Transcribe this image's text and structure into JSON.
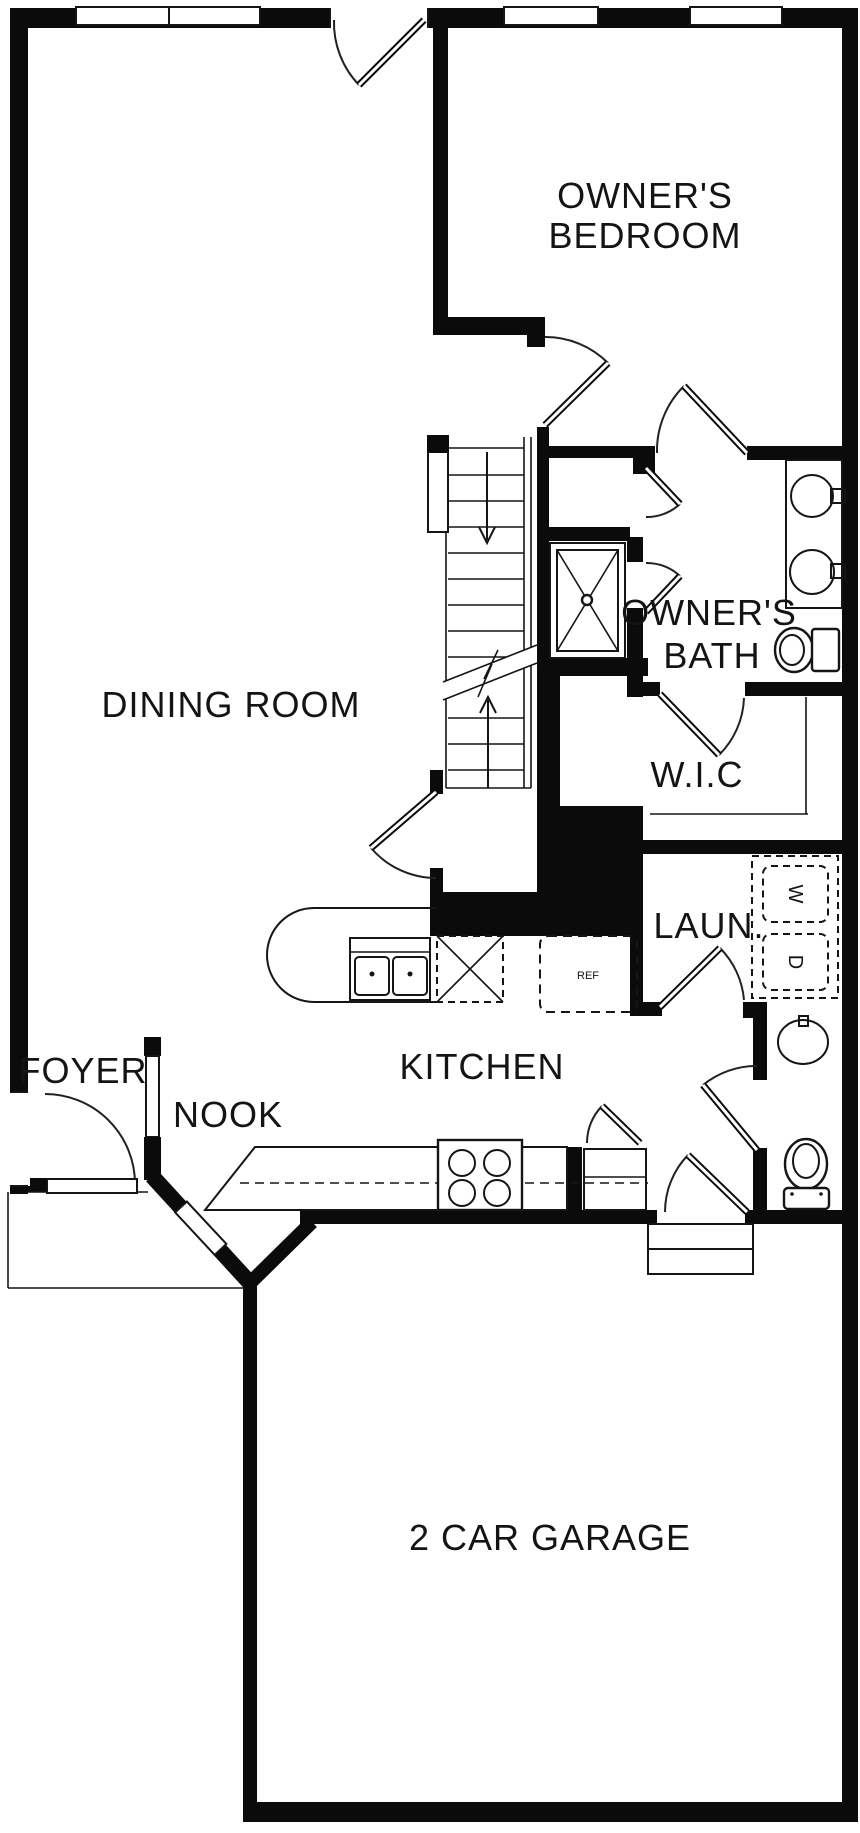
{
  "diagram": {
    "type": "floor-plan",
    "floor": "first-floor"
  },
  "colors": {
    "wall": "#0b0b0b",
    "line": "#151515",
    "background": "#ffffff"
  },
  "rooms": {
    "owners_bedroom": {
      "line1": "OWNER'S",
      "line2": "BEDROOM"
    },
    "owners_bath": {
      "line1": "OWNER'S",
      "line2": "BATH"
    },
    "wic": {
      "label": "W.I.C"
    },
    "dining_room": {
      "label": "DINING ROOM"
    },
    "laundry": {
      "label": "LAUN."
    },
    "kitchen": {
      "label": "KITCHEN"
    },
    "nook": {
      "label": "NOOK"
    },
    "foyer": {
      "label": "FOYER"
    },
    "garage": {
      "label": "2 CAR GARAGE"
    }
  },
  "appliances": {
    "washer": "W",
    "dryer": "D",
    "refrigerator": "REF"
  }
}
